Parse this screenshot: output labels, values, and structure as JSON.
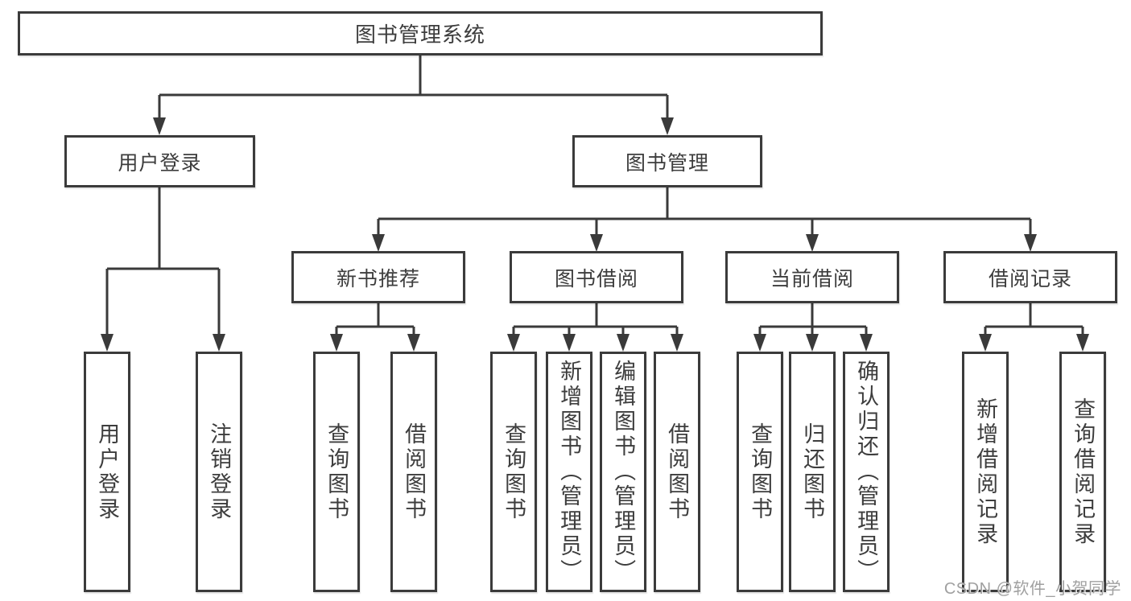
{
  "tree": {
    "root": {
      "label": "图书管理系统",
      "children": [
        {
          "label": "用户登录",
          "children": [
            {
              "label": "用户登录"
            },
            {
              "label": "注销登录"
            }
          ]
        },
        {
          "label": "图书管理",
          "children": [
            {
              "label": "新书推荐",
              "children": [
                {
                  "label": "查询图书"
                },
                {
                  "label": "借阅图书"
                }
              ]
            },
            {
              "label": "图书借阅",
              "children": [
                {
                  "label": "查询图书"
                },
                {
                  "label": "新增图书（管理员）"
                },
                {
                  "label": "编辑图书（管理员）"
                },
                {
                  "label": "借阅图书"
                }
              ]
            },
            {
              "label": "当前借阅",
              "children": [
                {
                  "label": "查询图书"
                },
                {
                  "label": "归还图书"
                },
                {
                  "label": "确认归还（管理员）"
                }
              ]
            },
            {
              "label": "借阅记录",
              "children": [
                {
                  "label": "新增借阅记录"
                },
                {
                  "label": "查询借阅记录"
                }
              ]
            }
          ]
        }
      ]
    }
  },
  "watermark": {
    "text": "CSDN @软件_小贺同学"
  },
  "colors": {
    "line": "#3a3a3a",
    "box_border": "#3b3b3b",
    "text": "#3d3d3d",
    "watermark": "#a0a0a0",
    "background": "#ffffff"
  }
}
